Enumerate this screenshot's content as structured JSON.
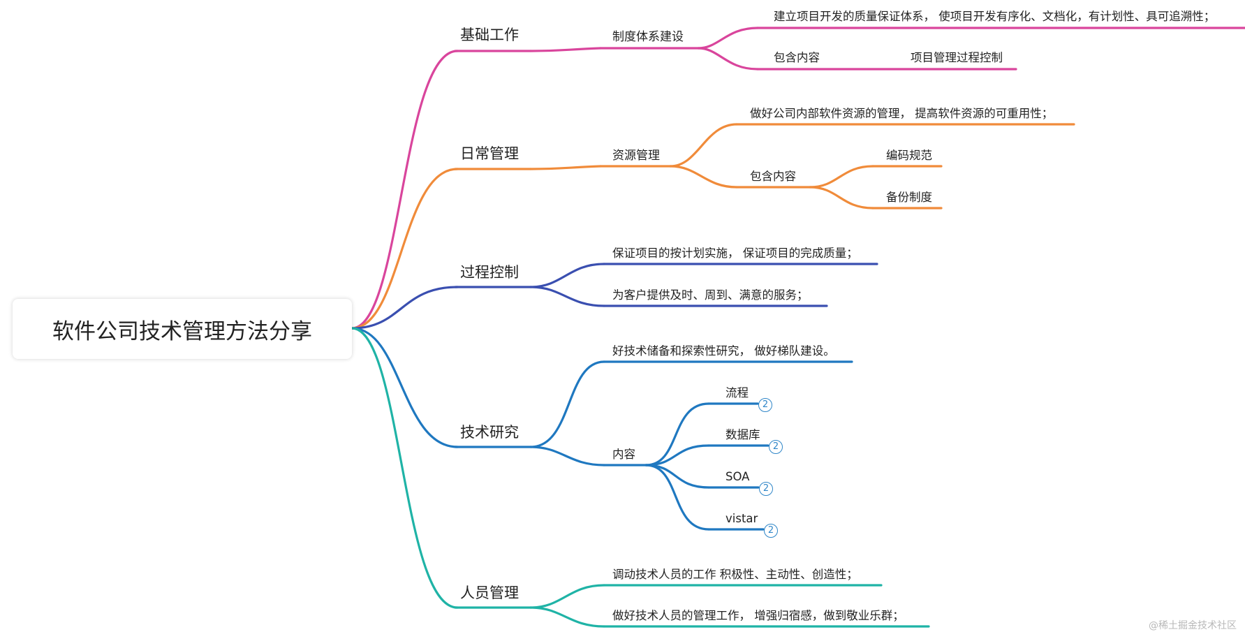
{
  "root": {
    "title": "软件公司技术管理方法分享"
  },
  "branches": [
    {
      "label": "基础工作",
      "color": "#d9459c",
      "children": [
        {
          "label": "制度体系建设",
          "children": [
            {
              "label": "建立项目开发的质量保证体系， 使项目开发有序化、文档化，有计划性、具可追溯性；"
            },
            {
              "label": "包含内容",
              "children": [
                {
                  "label": "项目管理过程控制"
                }
              ]
            }
          ]
        }
      ]
    },
    {
      "label": "日常管理",
      "color": "#f08b3a",
      "children": [
        {
          "label": "资源管理",
          "children": [
            {
              "label": "做好公司内部软件资源的管理， 提高软件资源的可重用性；"
            },
            {
              "label": "包含内容",
              "children": [
                {
                  "label": "编码规范"
                },
                {
                  "label": "备份制度"
                }
              ]
            }
          ]
        }
      ]
    },
    {
      "label": "过程控制",
      "color": "#3a4fb0",
      "children": [
        {
          "label": "保证项目的按计划实施， 保证项目的完成质量；"
        },
        {
          "label": "为客户提供及时、周到、满意的服务；"
        }
      ]
    },
    {
      "label": "技术研究",
      "color": "#1f78c0",
      "children": [
        {
          "label": "好技术储备和探索性研究， 做好梯队建设。"
        },
        {
          "label": "内容",
          "children": [
            {
              "label": "流程",
              "collapsed_count": "2"
            },
            {
              "label": "数据库",
              "collapsed_count": "2"
            },
            {
              "label": "SOA",
              "collapsed_count": "2"
            },
            {
              "label": "vistar",
              "collapsed_count": "2"
            }
          ]
        }
      ]
    },
    {
      "label": "人员管理",
      "color": "#1fb3a6",
      "children": [
        {
          "label": "调动技术人员的工作 积极性、主动性、创造性；"
        },
        {
          "label": "做好技术人员的管理工作， 增强归宿感，做到敬业乐群；"
        }
      ]
    }
  ],
  "watermark": "@稀土掘金技术社区"
}
